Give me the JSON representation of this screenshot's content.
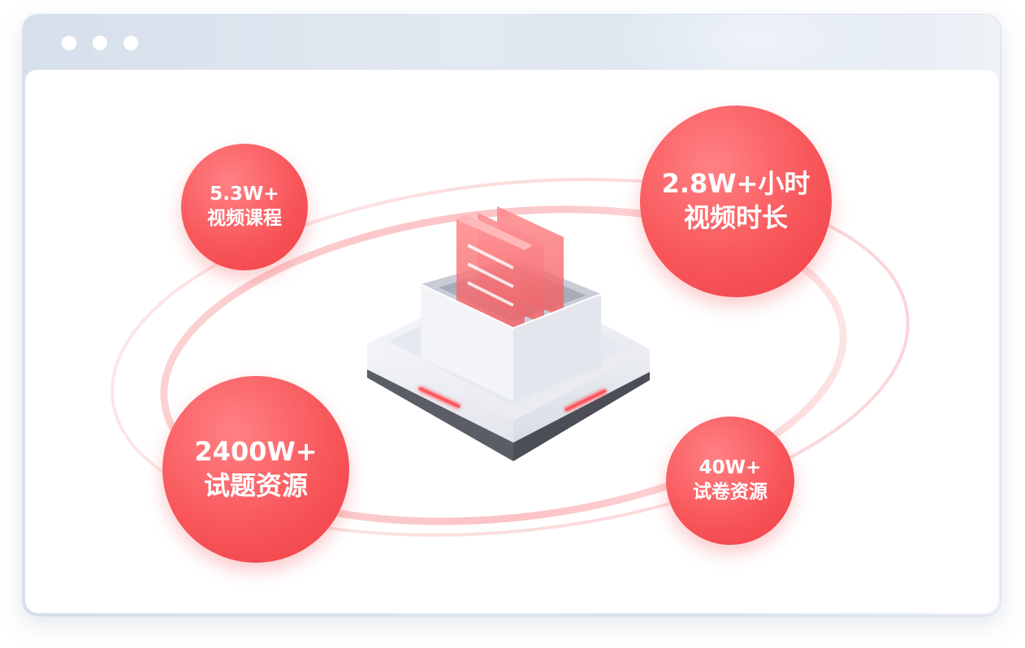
{
  "window": {
    "controls": [
      "dot",
      "dot",
      "dot"
    ]
  },
  "stats": {
    "video_courses": {
      "value": "5.3W+",
      "label": "视频课程"
    },
    "video_hours": {
      "value": "2.8W+小时",
      "label": "视频时长"
    },
    "questions": {
      "value": "2400W+",
      "label": "试题资源"
    },
    "papers": {
      "value": "40W+",
      "label": "试卷资源"
    }
  },
  "colors": {
    "accent": "#f8575b",
    "accent_light": "#ff8184",
    "frame": "#dde6f0"
  },
  "illustration": {
    "icon": "document-server-icon"
  }
}
